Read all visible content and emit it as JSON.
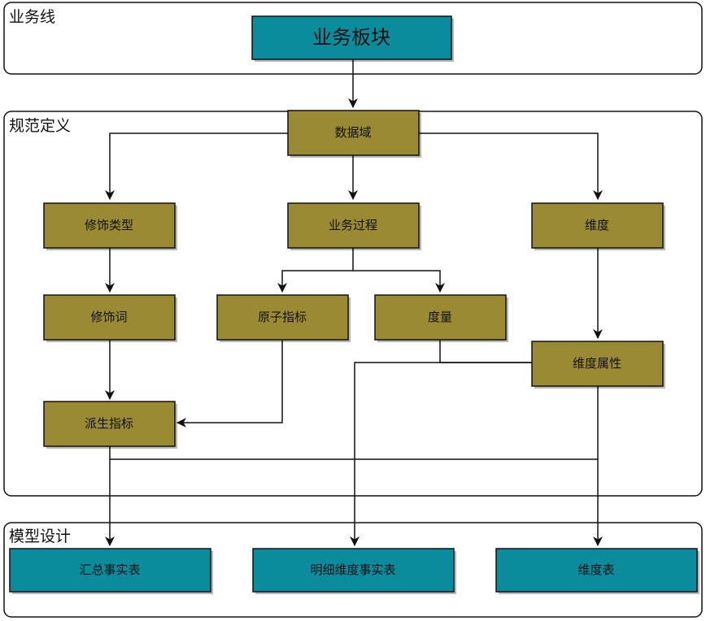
{
  "groups": {
    "business_line": "业务线",
    "spec_definition": "规范定义",
    "model_design": "模型设计"
  },
  "nodes": {
    "business_block": "业务板块",
    "data_domain": "数据域",
    "modifier_type": "修饰类型",
    "business_process": "业务过程",
    "dimension": "维度",
    "modifier": "修饰词",
    "atomic_metric": "原子指标",
    "measure": "度量",
    "dimension_attribute": "维度属性",
    "derived_metric": "派生指标",
    "summary_fact_table": "汇总事实表",
    "detail_fact_table": "明细维度事实表",
    "dimension_table": "维度表"
  },
  "colors": {
    "spec_node": "#9a8a33",
    "business_node": "#0b8c9c",
    "stroke": "#111111"
  }
}
